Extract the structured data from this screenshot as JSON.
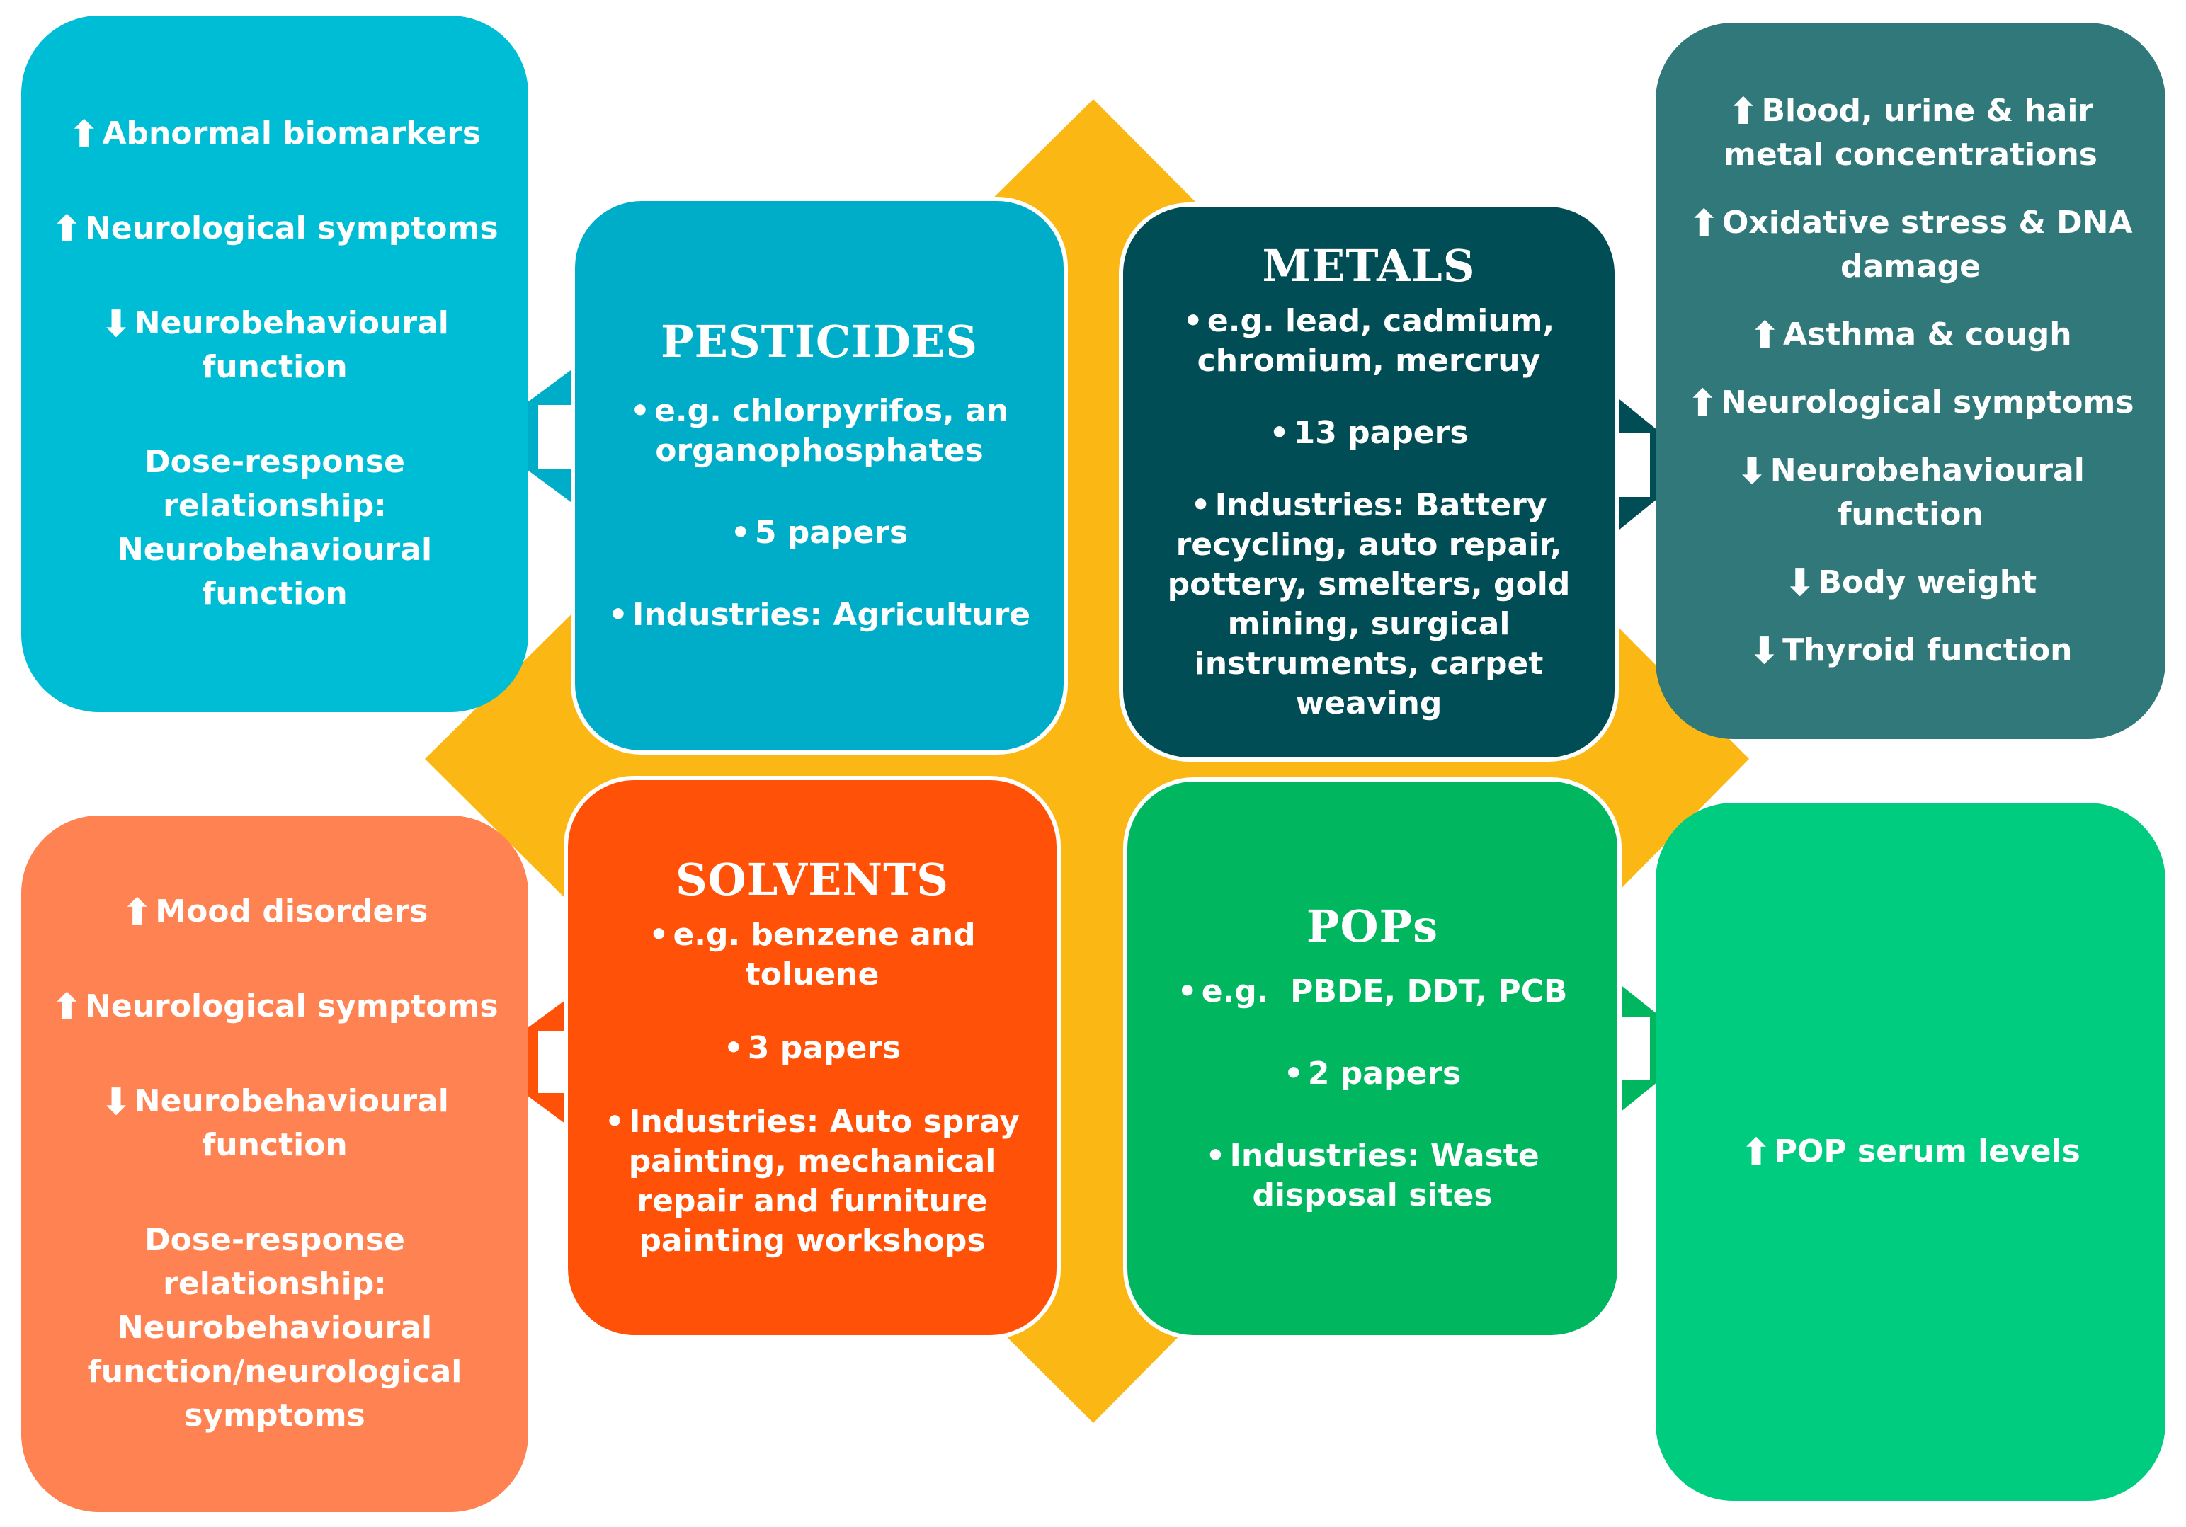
{
  "colors": {
    "diamond": "#FBB814",
    "pesticides": "#00ADC9",
    "pesticides_effects": "#00BDD6",
    "metals": "#004D55",
    "metals_effects": "#30787A",
    "solvents": "#FF5107",
    "solvents_effects": "#FF8352",
    "pops": "#00B65F",
    "pops_effects": "#00CC80"
  },
  "groups": {
    "pesticides": {
      "title": "PESTICIDES",
      "examples": "e.g. chlorpyrifos, an organophosphates",
      "papers": "5 papers",
      "industries": "Industries: Agriculture",
      "effects": [
        {
          "arrow": "up",
          "text": "Abnormal biomarkers"
        },
        {
          "arrow": "up",
          "text": "Neurological symptoms"
        },
        {
          "arrow": "down",
          "text": "Neurobehavioural function"
        },
        {
          "arrow": "",
          "text": "Dose-response relationship: Neurobehavioural function"
        }
      ]
    },
    "metals": {
      "title": "METALS",
      "examples": "e.g. lead, cadmium, chromium, mercruy",
      "papers": "13 papers",
      "industries": "Industries: Battery recycling, auto repair, pottery, smelters, gold mining, surgical instruments, carpet weaving",
      "effects": [
        {
          "arrow": "up",
          "text": "Blood, urine & hair metal concentrations"
        },
        {
          "arrow": "up",
          "text": "Oxidative stress & DNA damage"
        },
        {
          "arrow": "up",
          "text": "Asthma & cough"
        },
        {
          "arrow": "up",
          "text": "Neurological symptoms"
        },
        {
          "arrow": "down",
          "text": "Neurobehavioural function"
        },
        {
          "arrow": "down",
          "text": "Body weight"
        },
        {
          "arrow": "down",
          "text": "Thyroid function"
        }
      ]
    },
    "solvents": {
      "title": "SOLVENTS",
      "examples": "e.g. benzene and toluene",
      "papers": "3 papers",
      "industries": "Industries: Auto spray painting, mechanical repair and furniture painting workshops",
      "effects": [
        {
          "arrow": "up",
          "text": "Mood disorders"
        },
        {
          "arrow": "up",
          "text": "Neurological symptoms"
        },
        {
          "arrow": "down",
          "text": "Neurobehavioural function"
        },
        {
          "arrow": "",
          "text": "Dose-response relationship: Neurobehavioural function/neurological symptoms"
        }
      ]
    },
    "pops": {
      "title": "POPs",
      "examples": "e.g.  PBDE, DDT, PCB",
      "papers": "2 papers",
      "industries": "Industries: Waste disposal sites",
      "effects": [
        {
          "arrow": "up",
          "text": "POP serum levels"
        }
      ]
    }
  },
  "arrow_glyphs": {
    "up": "🠹",
    "down": "🠻",
    "": ""
  }
}
